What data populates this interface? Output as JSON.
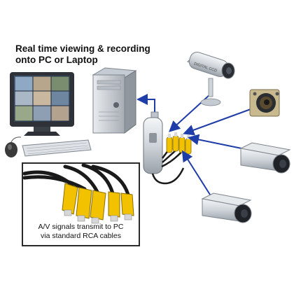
{
  "headline": {
    "line1": "Real time viewing & recording",
    "line2": "onto PC or Laptop"
  },
  "rca_caption": {
    "line1": "A/V signals transmit to PC",
    "line2": "via standard RCA cables"
  },
  "camera_label": "DIGITAL CCD",
  "icons": [
    "monitor",
    "pc-tower",
    "keyboard",
    "mouse",
    "usb-dvr-adapter",
    "rca-cables",
    "bullet-camera",
    "mini-camera",
    "box-camera",
    "arrow"
  ],
  "colors": {
    "arrow": "#1f3da8",
    "rca_yellow": "#f2c200",
    "cable_black": "#1a1a1a",
    "monitor_screen": "#2a2f38",
    "camera_silver": "#d9dde2"
  }
}
